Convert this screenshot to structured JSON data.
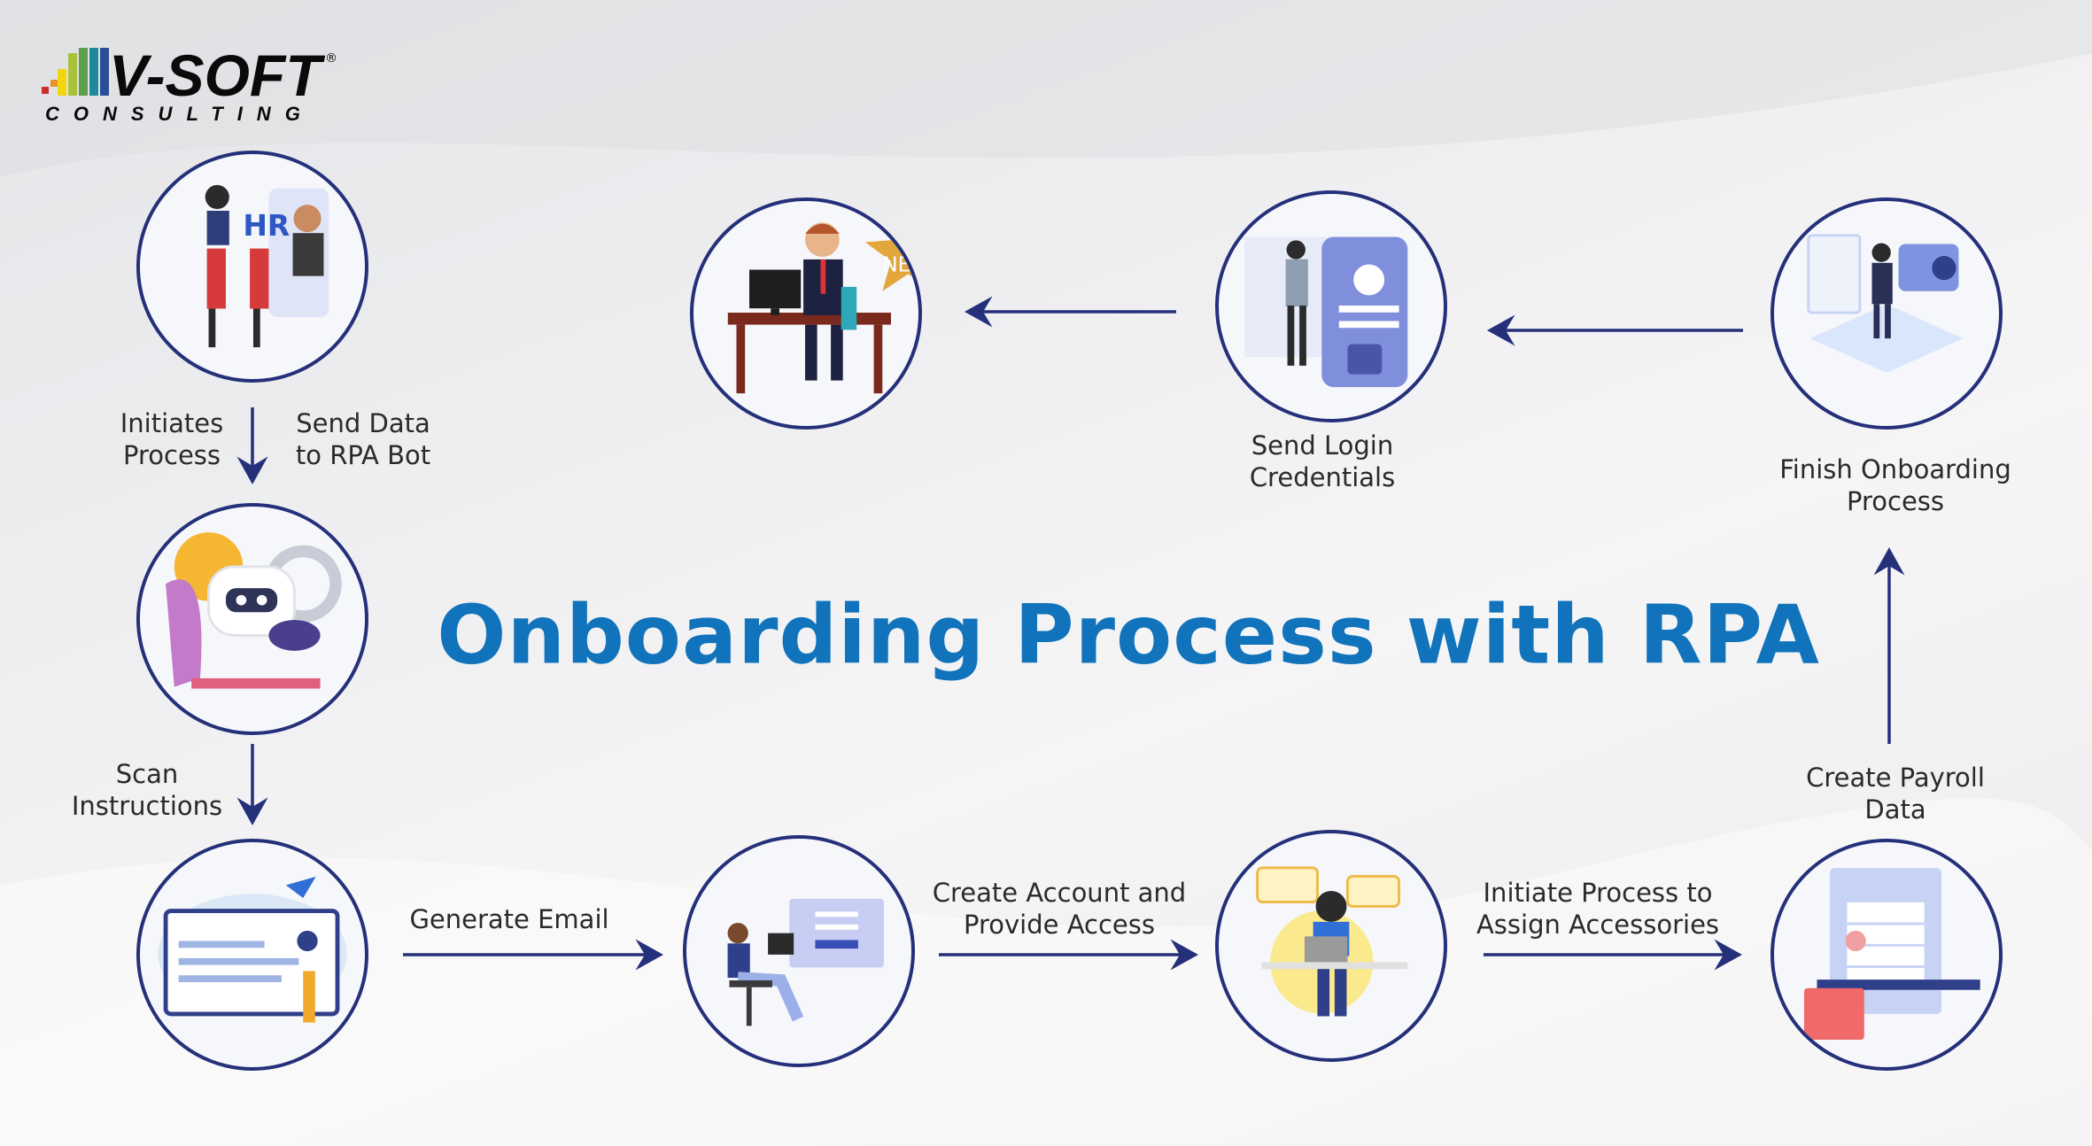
{
  "logo": {
    "brand": "V-SOFT",
    "sub": "CONSULTING",
    "mark": "®"
  },
  "title": "Onboarding Process with RPA",
  "steps": {
    "hr": "HR",
    "new_badge": "NEW",
    "initiates": [
      "Initiates",
      "Process"
    ],
    "send_data": [
      "Send Data",
      "to RPA Bot"
    ],
    "scan": [
      "Scan",
      "Instructions"
    ],
    "generate_email": "Generate Email",
    "create_account": [
      "Create Account and",
      "Provide Access"
    ],
    "assign_accessories": [
      "Initiate Process to",
      "Assign Accessories"
    ],
    "payroll": [
      "Create Payroll",
      "Data"
    ],
    "finish": [
      "Finish Onboarding",
      "Process"
    ],
    "credentials": [
      "Send Login",
      "Credentials"
    ]
  },
  "colors": {
    "title": "#1173bb",
    "ring": "#25307a",
    "arrow": "#25307a"
  }
}
